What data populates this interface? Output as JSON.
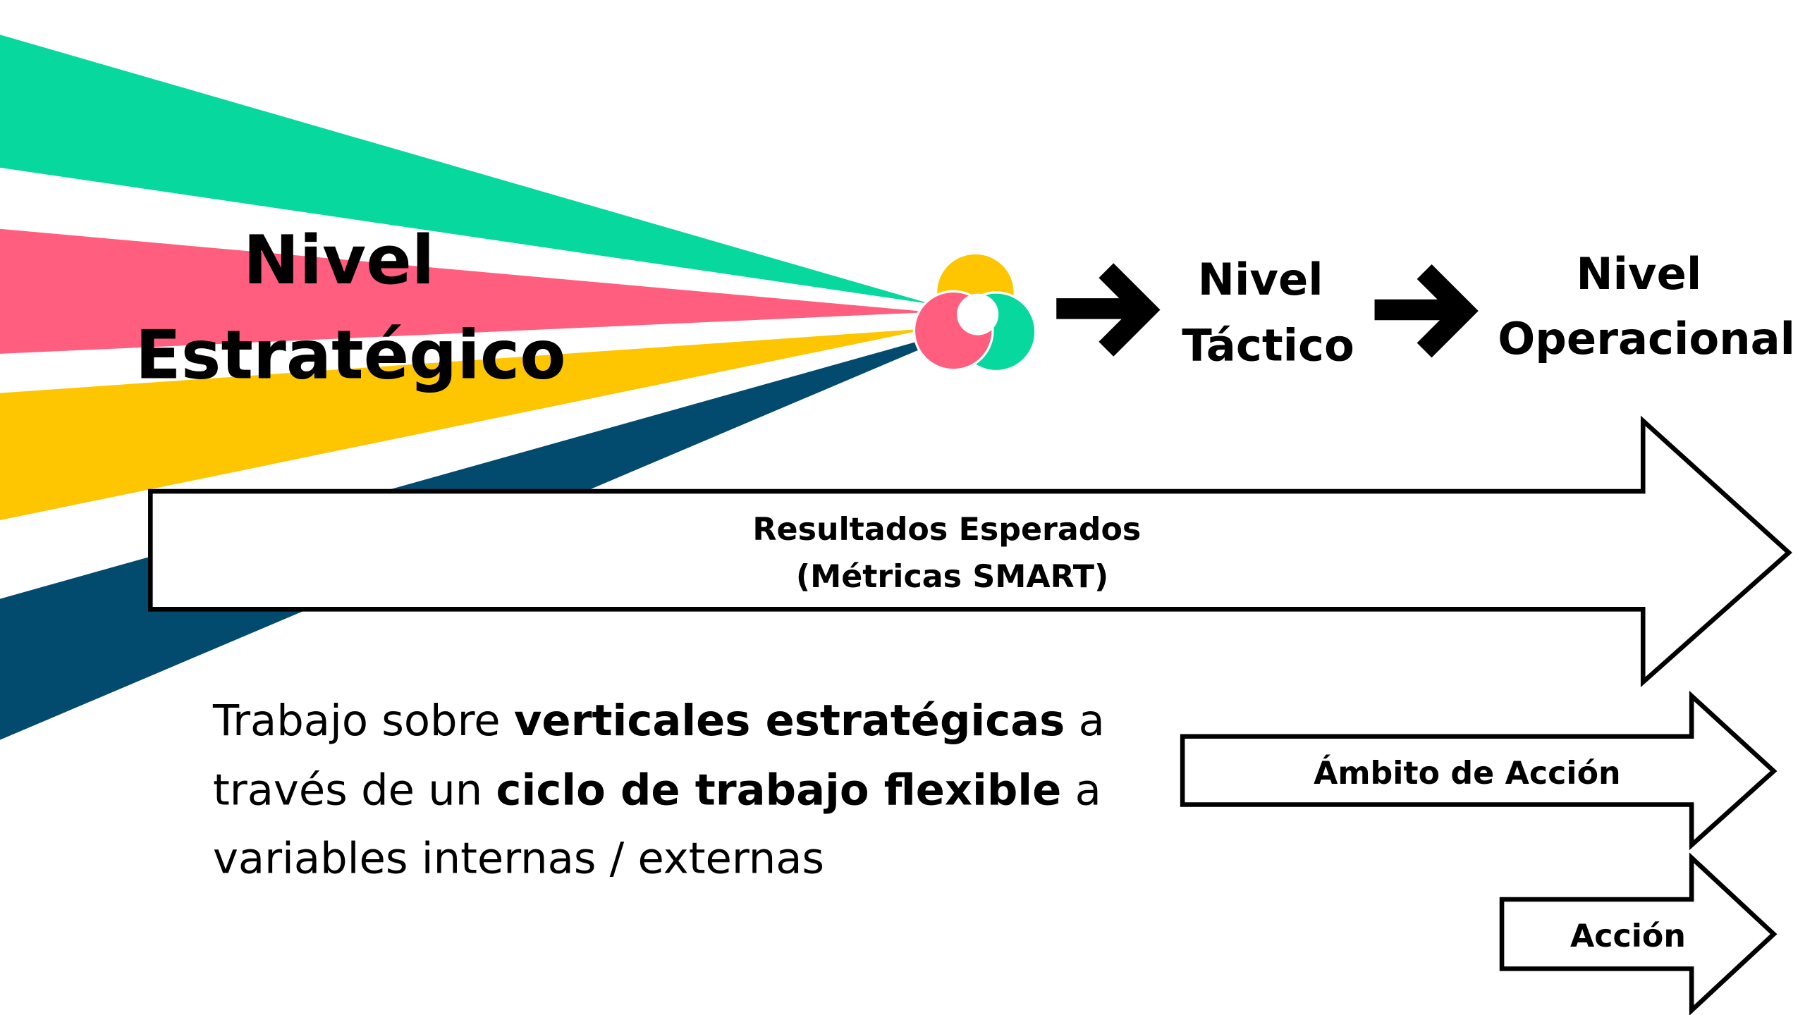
{
  "colors": {
    "green": "#07d89e",
    "pink": "#ff5e7e",
    "yellow": "#fdc600",
    "navy": "#024a6e"
  },
  "strategic": {
    "line1": "Nivel",
    "line2": "Estratégico"
  },
  "tactical": {
    "line1": "Nivel",
    "line2": "Táctico"
  },
  "operational": {
    "line1": "Nivel",
    "line2": "Operacional"
  },
  "results_arrow": {
    "line1": "Resultados Esperados",
    "line2": "(Métricas SMART)"
  },
  "scope_arrow": {
    "label": "Ámbito de Acción"
  },
  "action_arrow": {
    "label": "Acción"
  },
  "description": {
    "l1a": "Trabajo sobre ",
    "l1b": "verticales estratégicas",
    "l1c": " a",
    "l2a": "través de un ",
    "l2b": "ciclo de trabajo flexible",
    "l2c": " a",
    "l3": "variables internas / externas"
  }
}
